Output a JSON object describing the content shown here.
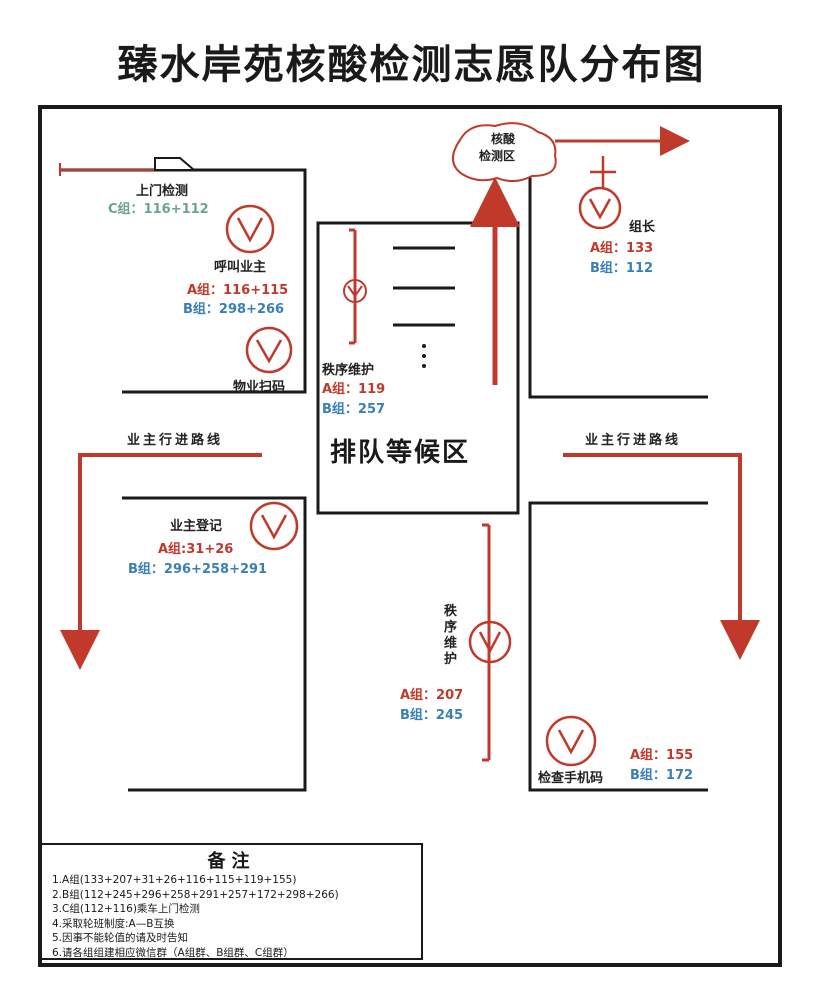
{
  "title": "臻水岸苑核酸检测志愿队分布图",
  "colors": {
    "red": "#c0392b",
    "blue": "#3a7fb5",
    "green": "#6aa58a",
    "line": "#1a1a1a"
  },
  "test_area": {
    "line1": "核酸",
    "line2": "检测区"
  },
  "door_test": {
    "label": "上门检测",
    "group_c": "C组：116+112"
  },
  "caller": {
    "label": "呼叫业主",
    "group_a": "A组：116+115",
    "group_b": "B组：298+266"
  },
  "property_scan": {
    "label": "物业扫码"
  },
  "order_top": {
    "label": "秩序维护",
    "group_a": "A组：119",
    "group_b": "B组：257"
  },
  "leader": {
    "label": "组长",
    "group_a": "A组：133",
    "group_b": "B组：112"
  },
  "queue_area": "排队等候区",
  "route_left": "业主行进路线",
  "route_right": "业主行进路线",
  "register": {
    "label": "业主登记",
    "group_a": "A组:31+26",
    "group_b": "B组：296+258+291"
  },
  "order_bottom": {
    "label": "秩序维护",
    "group_a": "A组：207",
    "group_b": "B组：245"
  },
  "phone_check": {
    "label": "检查手机码",
    "group_a": "A组：155",
    "group_b": "B组：172"
  },
  "notes": {
    "title": "备注",
    "items": [
      "1.A组(133+207+31+26+116+115+119+155)",
      "2.B组(112+245+296+258+291+257+172+298+266)",
      "3.C组(112+116)乘车上门检测",
      "4.采取轮班制度:A—B互换",
      "5.因事不能轮值的请及时告知",
      "6.请各组组建相应微信群（A组群、B组群、C组群）"
    ]
  }
}
